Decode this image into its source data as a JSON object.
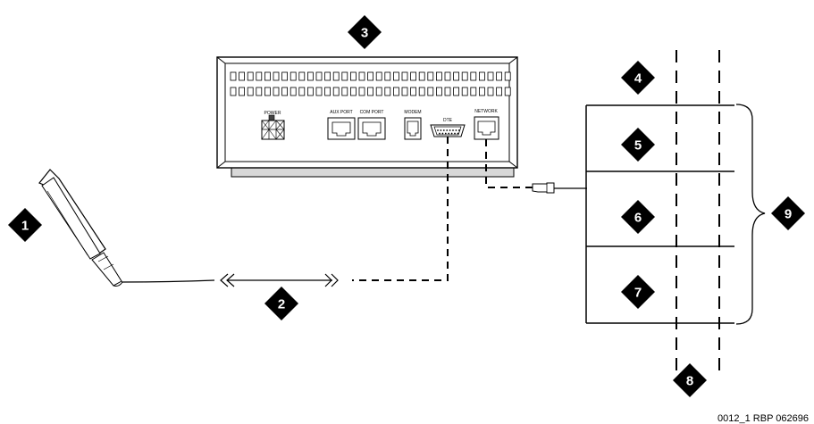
{
  "device": {
    "labels": {
      "power": "POWER",
      "aux_port": "AUX PORT",
      "com_port": "COM PORT",
      "modem": "MODEM",
      "dte": "DTE",
      "network": "NETWORK"
    }
  },
  "callouts": [
    "1",
    "2",
    "3",
    "4",
    "5",
    "6",
    "7",
    "8",
    "9"
  ],
  "figure_id": "0012_1 RBP 062696"
}
